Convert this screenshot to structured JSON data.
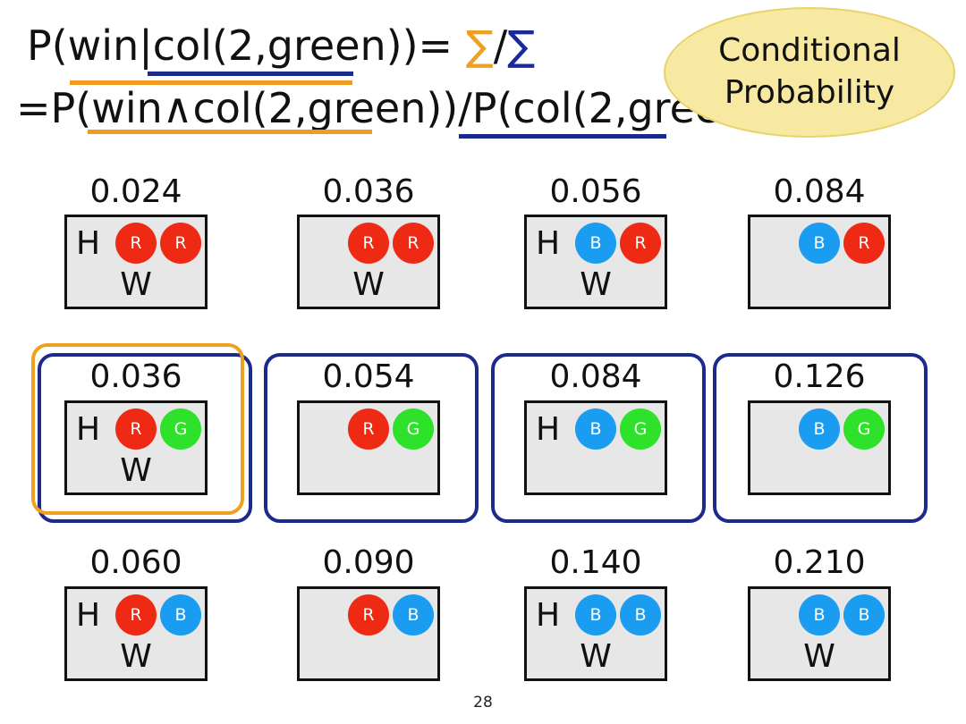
{
  "formula": {
    "line1_prefix": "P(win|col(2,green))= ",
    "sigma_num": "∑",
    "slash": "/",
    "sigma_den": "∑",
    "line2": "=P(win∧col(2,green))/P(col(2,green))"
  },
  "bubble": {
    "line1": "Conditional",
    "line2": "Probability"
  },
  "colors": {
    "R": "#ee2a14",
    "B": "#1a9df0",
    "G": "#2ee12a",
    "orange_highlight": "#f0a020",
    "navy_highlight": "#1c2a8c"
  },
  "cells": [
    {
      "prob": "0.024",
      "h": "H",
      "w": "W",
      "balls": [
        "R",
        "R"
      ]
    },
    {
      "prob": "0.036",
      "h": "",
      "w": "W",
      "balls": [
        "R",
        "R"
      ]
    },
    {
      "prob": "0.056",
      "h": "H",
      "w": "W",
      "balls": [
        "B",
        "R"
      ]
    },
    {
      "prob": "0.084",
      "h": "",
      "w": "",
      "balls": [
        "B",
        "R"
      ]
    },
    {
      "prob": "0.036",
      "h": "H",
      "w": "W",
      "balls": [
        "R",
        "G"
      ]
    },
    {
      "prob": "0.054",
      "h": "",
      "w": "",
      "balls": [
        "R",
        "G"
      ]
    },
    {
      "prob": "0.084",
      "h": "H",
      "w": "",
      "balls": [
        "B",
        "G"
      ]
    },
    {
      "prob": "0.126",
      "h": "",
      "w": "",
      "balls": [
        "B",
        "G"
      ]
    },
    {
      "prob": "0.060",
      "h": "H",
      "w": "W",
      "balls": [
        "R",
        "B"
      ]
    },
    {
      "prob": "0.090",
      "h": "",
      "w": "",
      "balls": [
        "R",
        "B"
      ]
    },
    {
      "prob": "0.140",
      "h": "H",
      "w": "W",
      "balls": [
        "B",
        "B"
      ]
    },
    {
      "prob": "0.210",
      "h": "",
      "w": "W",
      "balls": [
        "B",
        "B"
      ]
    }
  ],
  "page_number": "28"
}
